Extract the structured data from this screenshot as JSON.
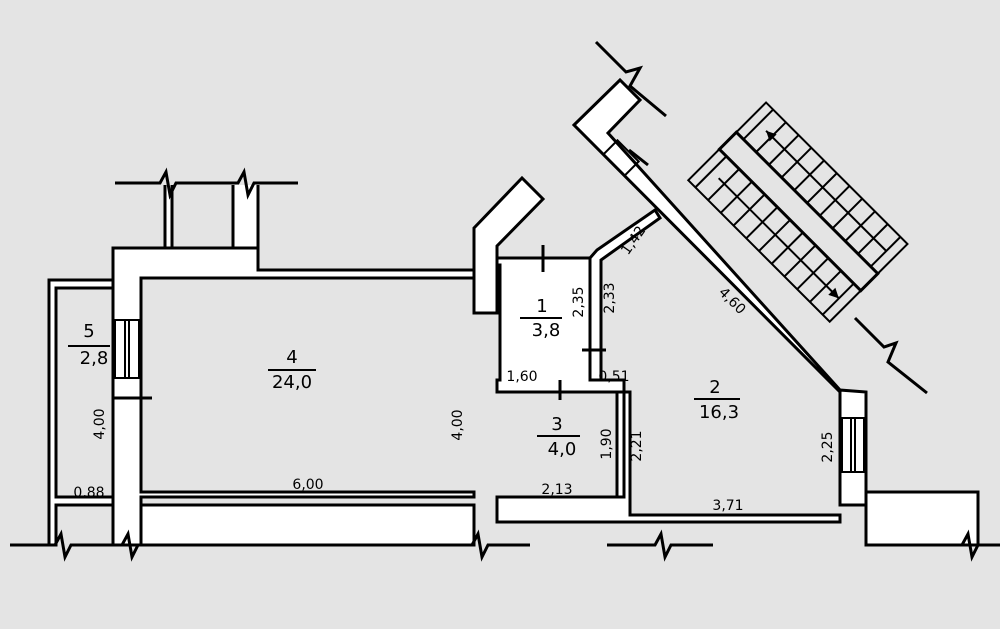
{
  "colors": {
    "background": "#e4e4e4",
    "line": "#000000",
    "wall_fill": "#ffffff"
  },
  "rooms": [
    {
      "number": "1",
      "area": "3,8"
    },
    {
      "number": "2",
      "area": "16,3"
    },
    {
      "number": "3",
      "area": "4,0"
    },
    {
      "number": "4",
      "area": "24,0"
    },
    {
      "number": "5",
      "area": "2,8"
    }
  ],
  "dimensions": {
    "d_600": "6,00",
    "d_400_room4": "4,00",
    "d_400_room5": "4,00",
    "d_088": "0,88",
    "d_160": "1,60",
    "d_235": "2,35",
    "d_233": "2,33",
    "d_142": "1,42",
    "d_051": "0,51",
    "d_460": "4,60",
    "d_190": "1,90",
    "d_221": "2,21",
    "d_213": "2,13",
    "d_371": "3,71",
    "d_225": "2,25"
  }
}
